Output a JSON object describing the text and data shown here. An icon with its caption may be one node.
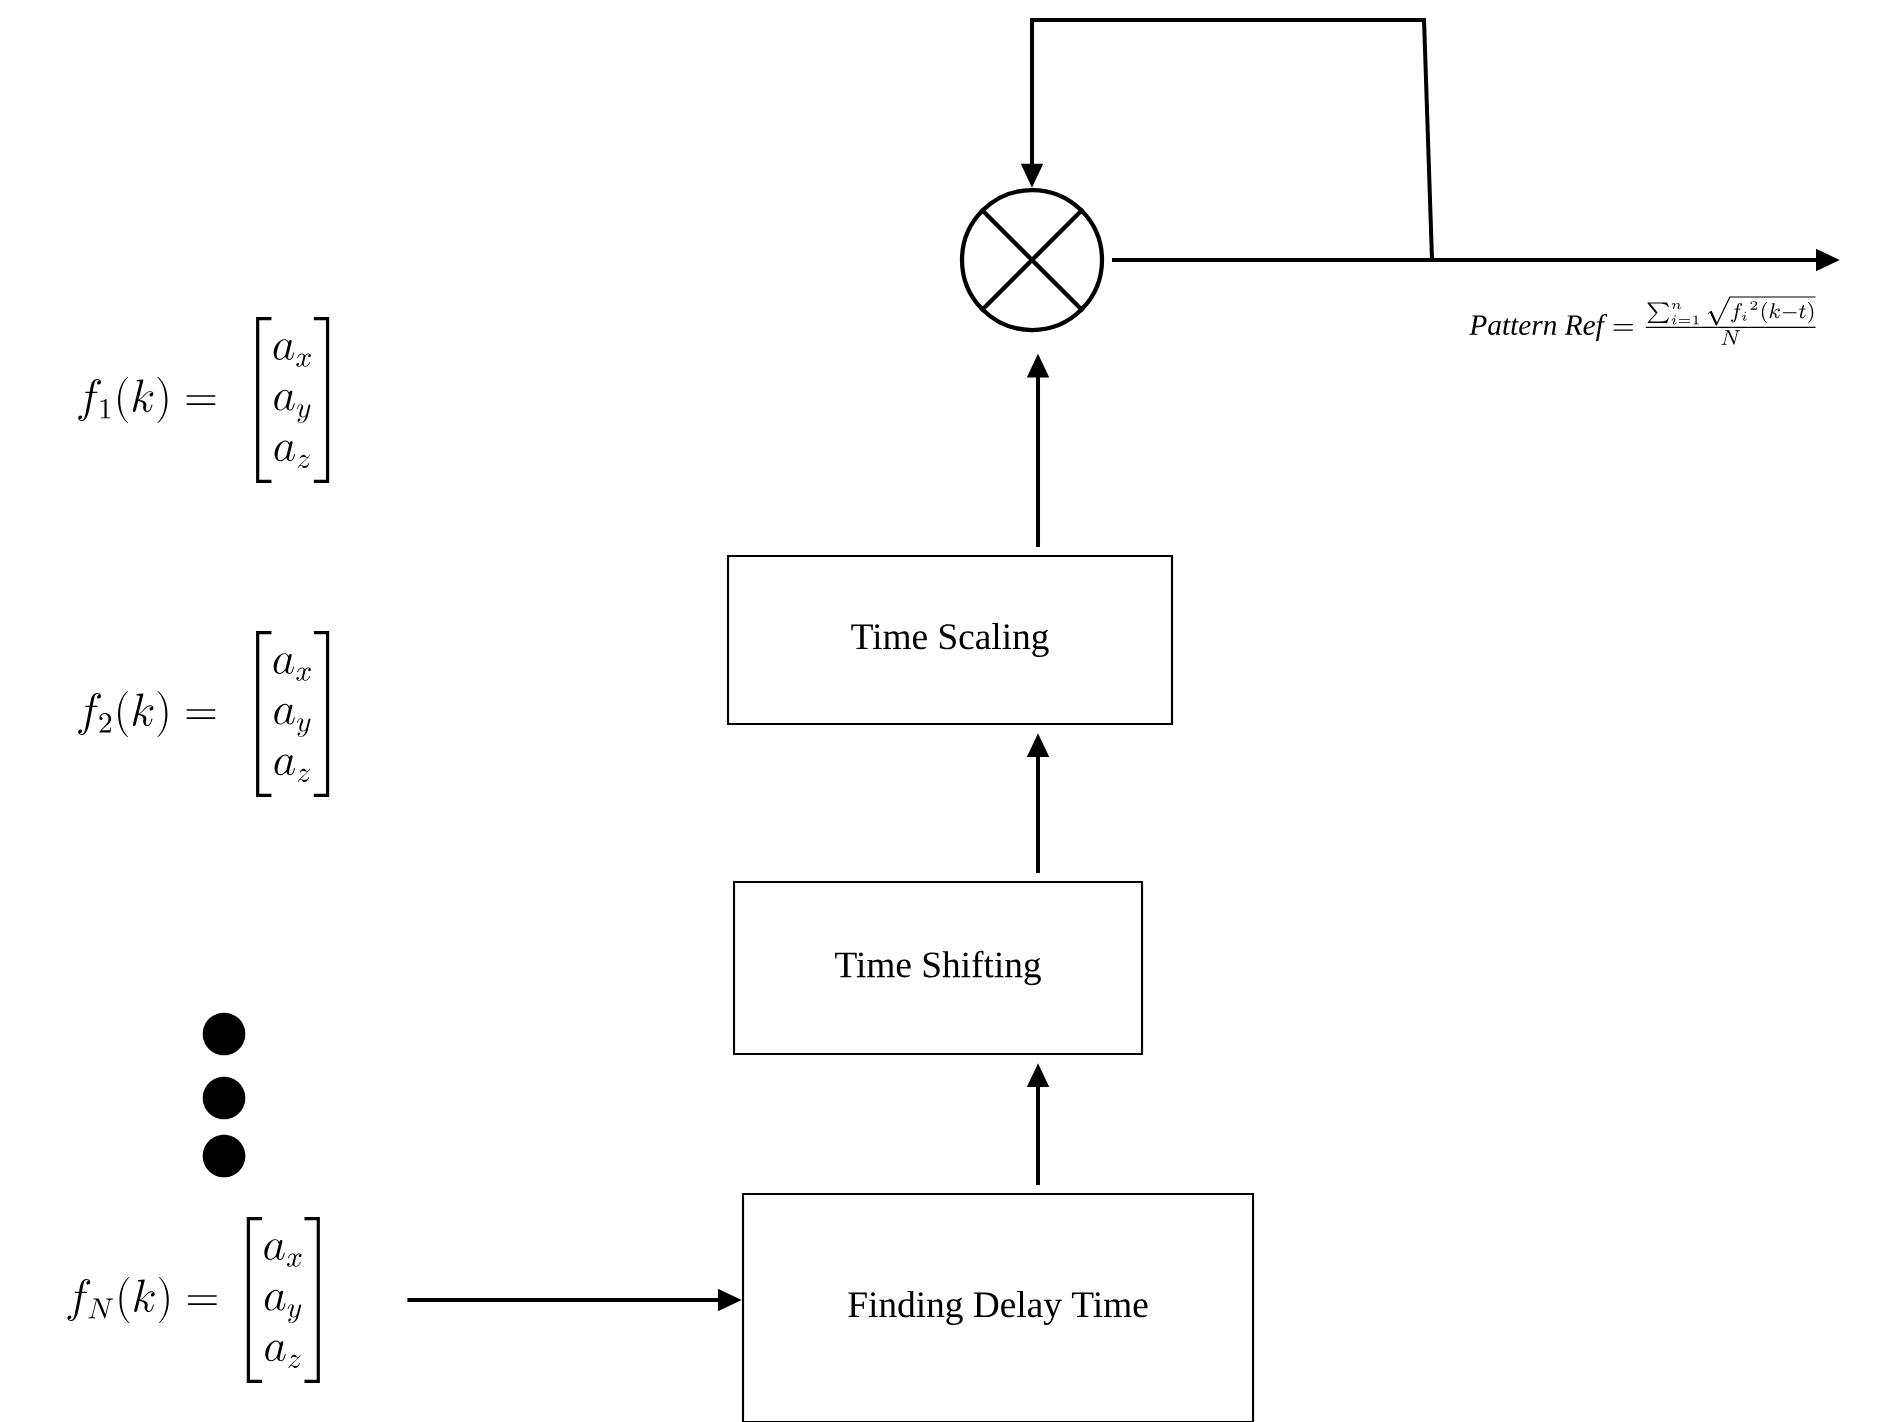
{
  "diagram": {
    "nodes": [
      {
        "text": [],
        "shape": "circle"
      },
      {
        "text": [
          "Time Scaling"
        ]
      },
      {
        "text": [
          "Time Shifting"
        ]
      },
      {
        "text": [
          "Finding Delay Time"
        ]
      },
      {
        "text": [
          "f_N(k) = \\begin{bmatrix}a_x\\\\a_y\\\\a_z\\end{bmatrix}"
        ]
      }
    ],
    "edges": [
      {
        "from": 3,
        "to": 2,
        "arrow": "to"
      },
      {
        "from": 2,
        "to": 1,
        "arrow": "to"
      },
      {
        "from": 1,
        "to": 0,
        "arrow": "to"
      },
      {
        "from": 4,
        "to": 3,
        "arrow": "to"
      },
      {
        "from": 0,
        "to": null,
        "arrow": "to"
      },
      {
        "from": 0,
        "to": 0,
        "arrow": "to"
      }
    ],
    "labels": [
      "f_1(k) =\\ \\begin{bmatrix}a_x\\\\a_y\\\\a_z\\end{bmatrix}",
      "f_2(k) =\\ \\begin{bmatrix}a_x\\\\a_y\\\\a_z\\end{bmatrix}",
      "\\mathit{Pattern\\ Ref} = \\frac{\\sum_{i=1}^{n}\\sqrt{{f_i}^2(k-t)}}{N}"
    ]
  }
}
